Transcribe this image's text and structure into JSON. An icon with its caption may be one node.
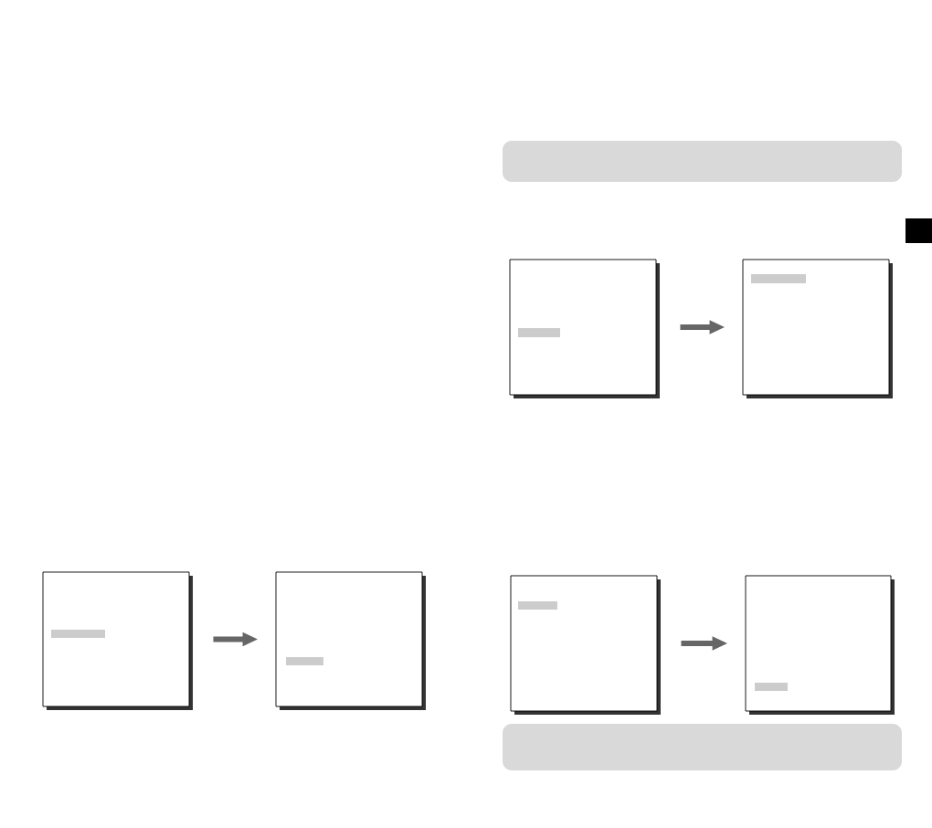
{
  "diagram": {
    "nodes": [
      {
        "text": [],
        "shape": "box"
      },
      {
        "text": [],
        "shape": "box"
      },
      {
        "text": [],
        "shape": "box"
      },
      {
        "text": [],
        "shape": "box"
      },
      {
        "text": [],
        "shape": "box"
      },
      {
        "text": [],
        "shape": "box"
      }
    ],
    "edges": [
      {
        "from": 0,
        "to": 1,
        "arrow": "to"
      },
      {
        "from": 2,
        "to": 3,
        "arrow": "to"
      },
      {
        "from": 4,
        "to": 5,
        "arrow": "to"
      }
    ]
  }
}
